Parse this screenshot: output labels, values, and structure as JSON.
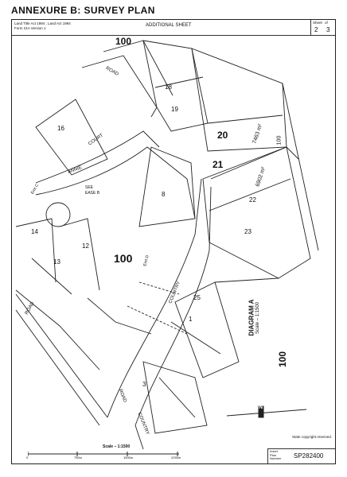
{
  "title": "ANNEXURE B: SURVEY PLAN",
  "header": {
    "acts": [
      "Land Title Act 1994 ; Land Act 1994",
      "Form 21A Version 1"
    ],
    "additional_sheet": "ADDITIONAL SHEET",
    "sheet_label": "Sheet",
    "of_label": "of",
    "sheet_number": "2",
    "sheet_total": "3"
  },
  "lots": {
    "18": "18",
    "19": "19",
    "20": "20",
    "21": "21",
    "22": "22",
    "23": "23",
    "16": "16",
    "14": "14",
    "13": "13",
    "12": "12",
    "8": "8",
    "25": "25",
    "1": "1",
    "3": "3"
  },
  "areas": {
    "lot20": "7463 m²",
    "lot21": "6902 m²"
  },
  "roads": {
    "road_top": "ROAD",
    "annie": "ANNIE",
    "court": "COURT",
    "country_a": "COUNTRY",
    "country_b": "COUNTRY",
    "road_left": "ROAD",
    "road_bottom": "ROAD"
  },
  "hundreds": [
    "100",
    "100",
    "100",
    "100"
  ],
  "easements": {
    "ease_b": "EASE B",
    "see": "SEE",
    "ease_c": "Emt C",
    "ease_d": "Emt D"
  },
  "diagram": {
    "title": "DIAGRAM A",
    "scale": "Scale – 1:1500"
  },
  "north": "N",
  "footer": {
    "scale": "Scale – 1:1500",
    "ticks": [
      "0",
      "750m",
      "1500m",
      "2250m"
    ],
    "copyright": "State copyright reserved.",
    "plan_label": [
      "Insert",
      "Plan",
      "Number"
    ],
    "plan_number": "SP282400"
  }
}
